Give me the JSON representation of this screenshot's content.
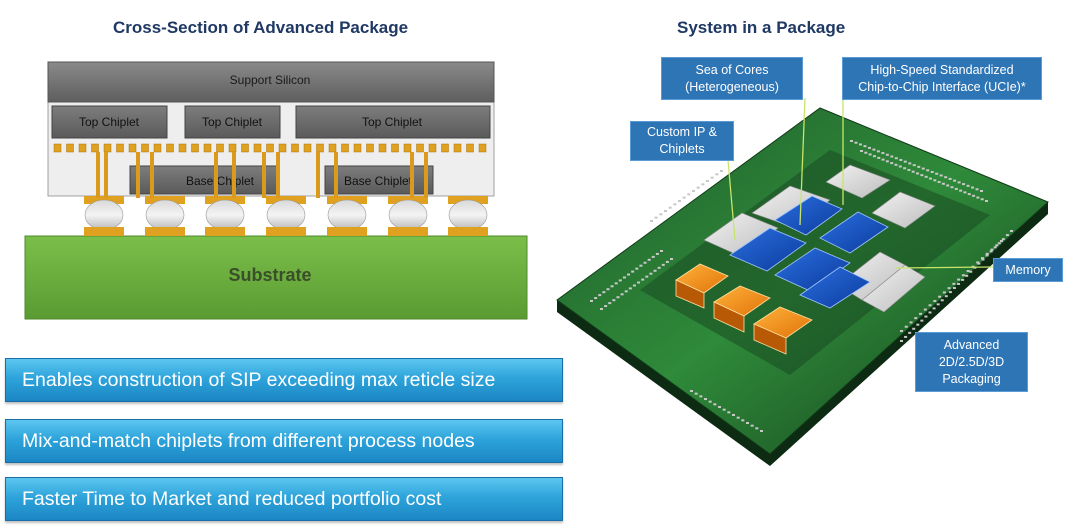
{
  "left_title": "Cross-Section of Advanced Package",
  "right_title": "System in a Package",
  "cross_section": {
    "support": "Support Silicon",
    "top_chiplets": [
      "Top Chiplet",
      "Top Chiplet",
      "Top Chiplet"
    ],
    "base_chiplets": [
      "Base Chiplet",
      "Base Chiplet"
    ],
    "substrate": "Substrate"
  },
  "callouts": {
    "sea_of_cores": [
      "Sea of Cores",
      "(Heterogeneous)"
    ],
    "ucie": [
      "High-Speed Standardized",
      "Chip-to-Chip Interface (UCIe)*"
    ],
    "custom_ip": [
      "Custom IP &",
      "Chiplets"
    ],
    "memory": [
      "Memory"
    ],
    "packaging": [
      "Advanced",
      "2D/2.5D/3D",
      "Packaging"
    ]
  },
  "benefits": [
    "Enables construction of SIP exceeding max reticle size",
    "Mix-and-match chiplets from different process nodes",
    "Faster Time to Market and reduced portfolio cost"
  ],
  "colors": {
    "title": "#1f3864",
    "callout_bg": "#2e75b6",
    "substrate": "#6aaa3e",
    "benefit_bg": "#2ea4db"
  }
}
